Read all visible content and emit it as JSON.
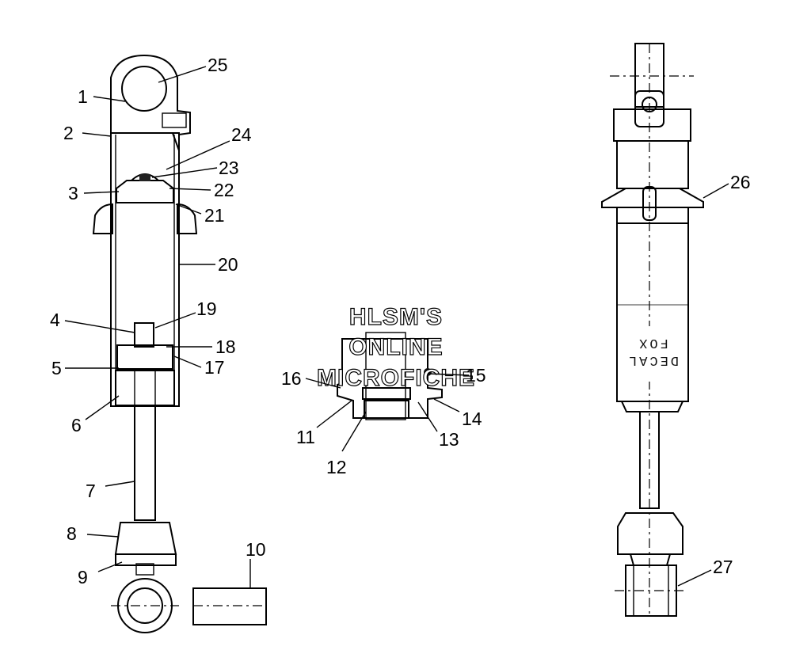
{
  "diagram": {
    "callouts": [
      "1",
      "2",
      "3",
      "4",
      "5",
      "6",
      "7",
      "8",
      "9",
      "10",
      "11",
      "12",
      "13",
      "14",
      "15",
      "16",
      "17",
      "18",
      "19",
      "20",
      "21",
      "22",
      "23",
      "24",
      "25",
      "26",
      "27"
    ],
    "watermark": [
      "HLSM'S",
      "ONLINE",
      "MICROFICHE"
    ],
    "decal_text": [
      "DECAL",
      "FOX"
    ]
  },
  "colors": {
    "ink": "#000000",
    "paper": "#ffffff",
    "hatch": "#444444"
  }
}
